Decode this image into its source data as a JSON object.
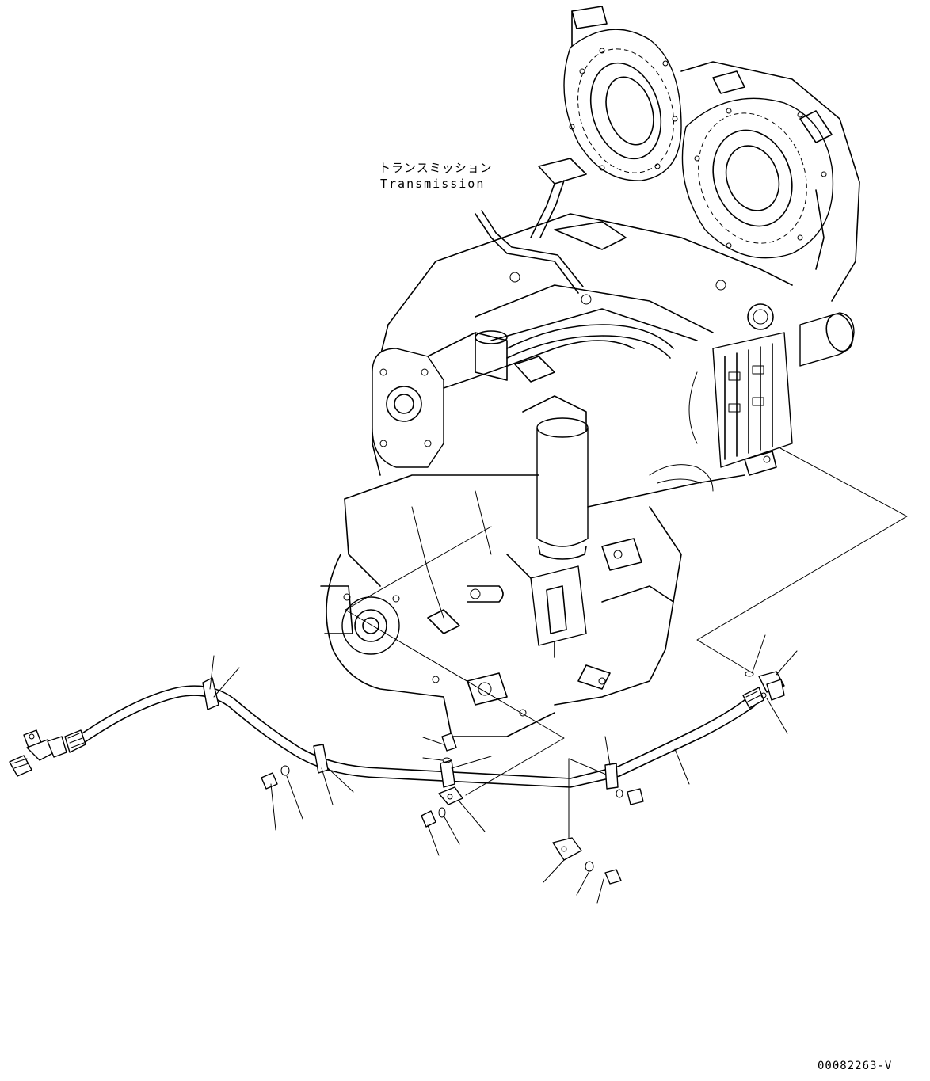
{
  "labels": {
    "component_jp": "トランスミッション",
    "component_en": "Transmission",
    "drawing_number": "00082263-V"
  },
  "icons": {
    "transmission": "transmission-assembly-icon",
    "hose": "hydraulic-hose-icon",
    "fitting": "pressure-fitting-icon",
    "clamp": "hose-clamp-icon",
    "bolt": "bolt-icon",
    "washer": "washer-icon",
    "bracket": "bracket-icon"
  }
}
